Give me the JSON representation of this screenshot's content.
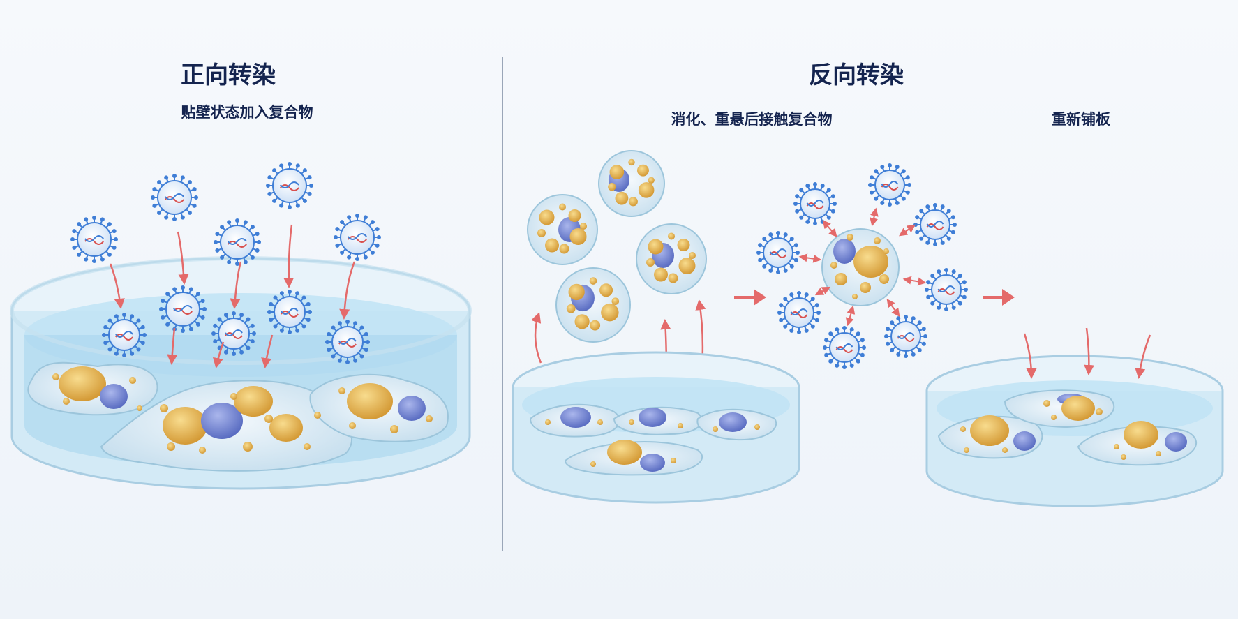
{
  "forward": {
    "title": "正向转染",
    "subtitle": "贴壁状态加入复合物"
  },
  "reverse": {
    "title": "反向转染",
    "steps": [
      {
        "label": "消化、重悬后接触复合物"
      },
      {
        "label": "重新铺板"
      }
    ]
  },
  "colors": {
    "title_text": "#14244f",
    "arrow": "#e46a6a",
    "complex": "#3f7ed6",
    "nucleus": "#7d8fd6",
    "granule": "#e7b95a",
    "medium": "#bfe3f4"
  }
}
